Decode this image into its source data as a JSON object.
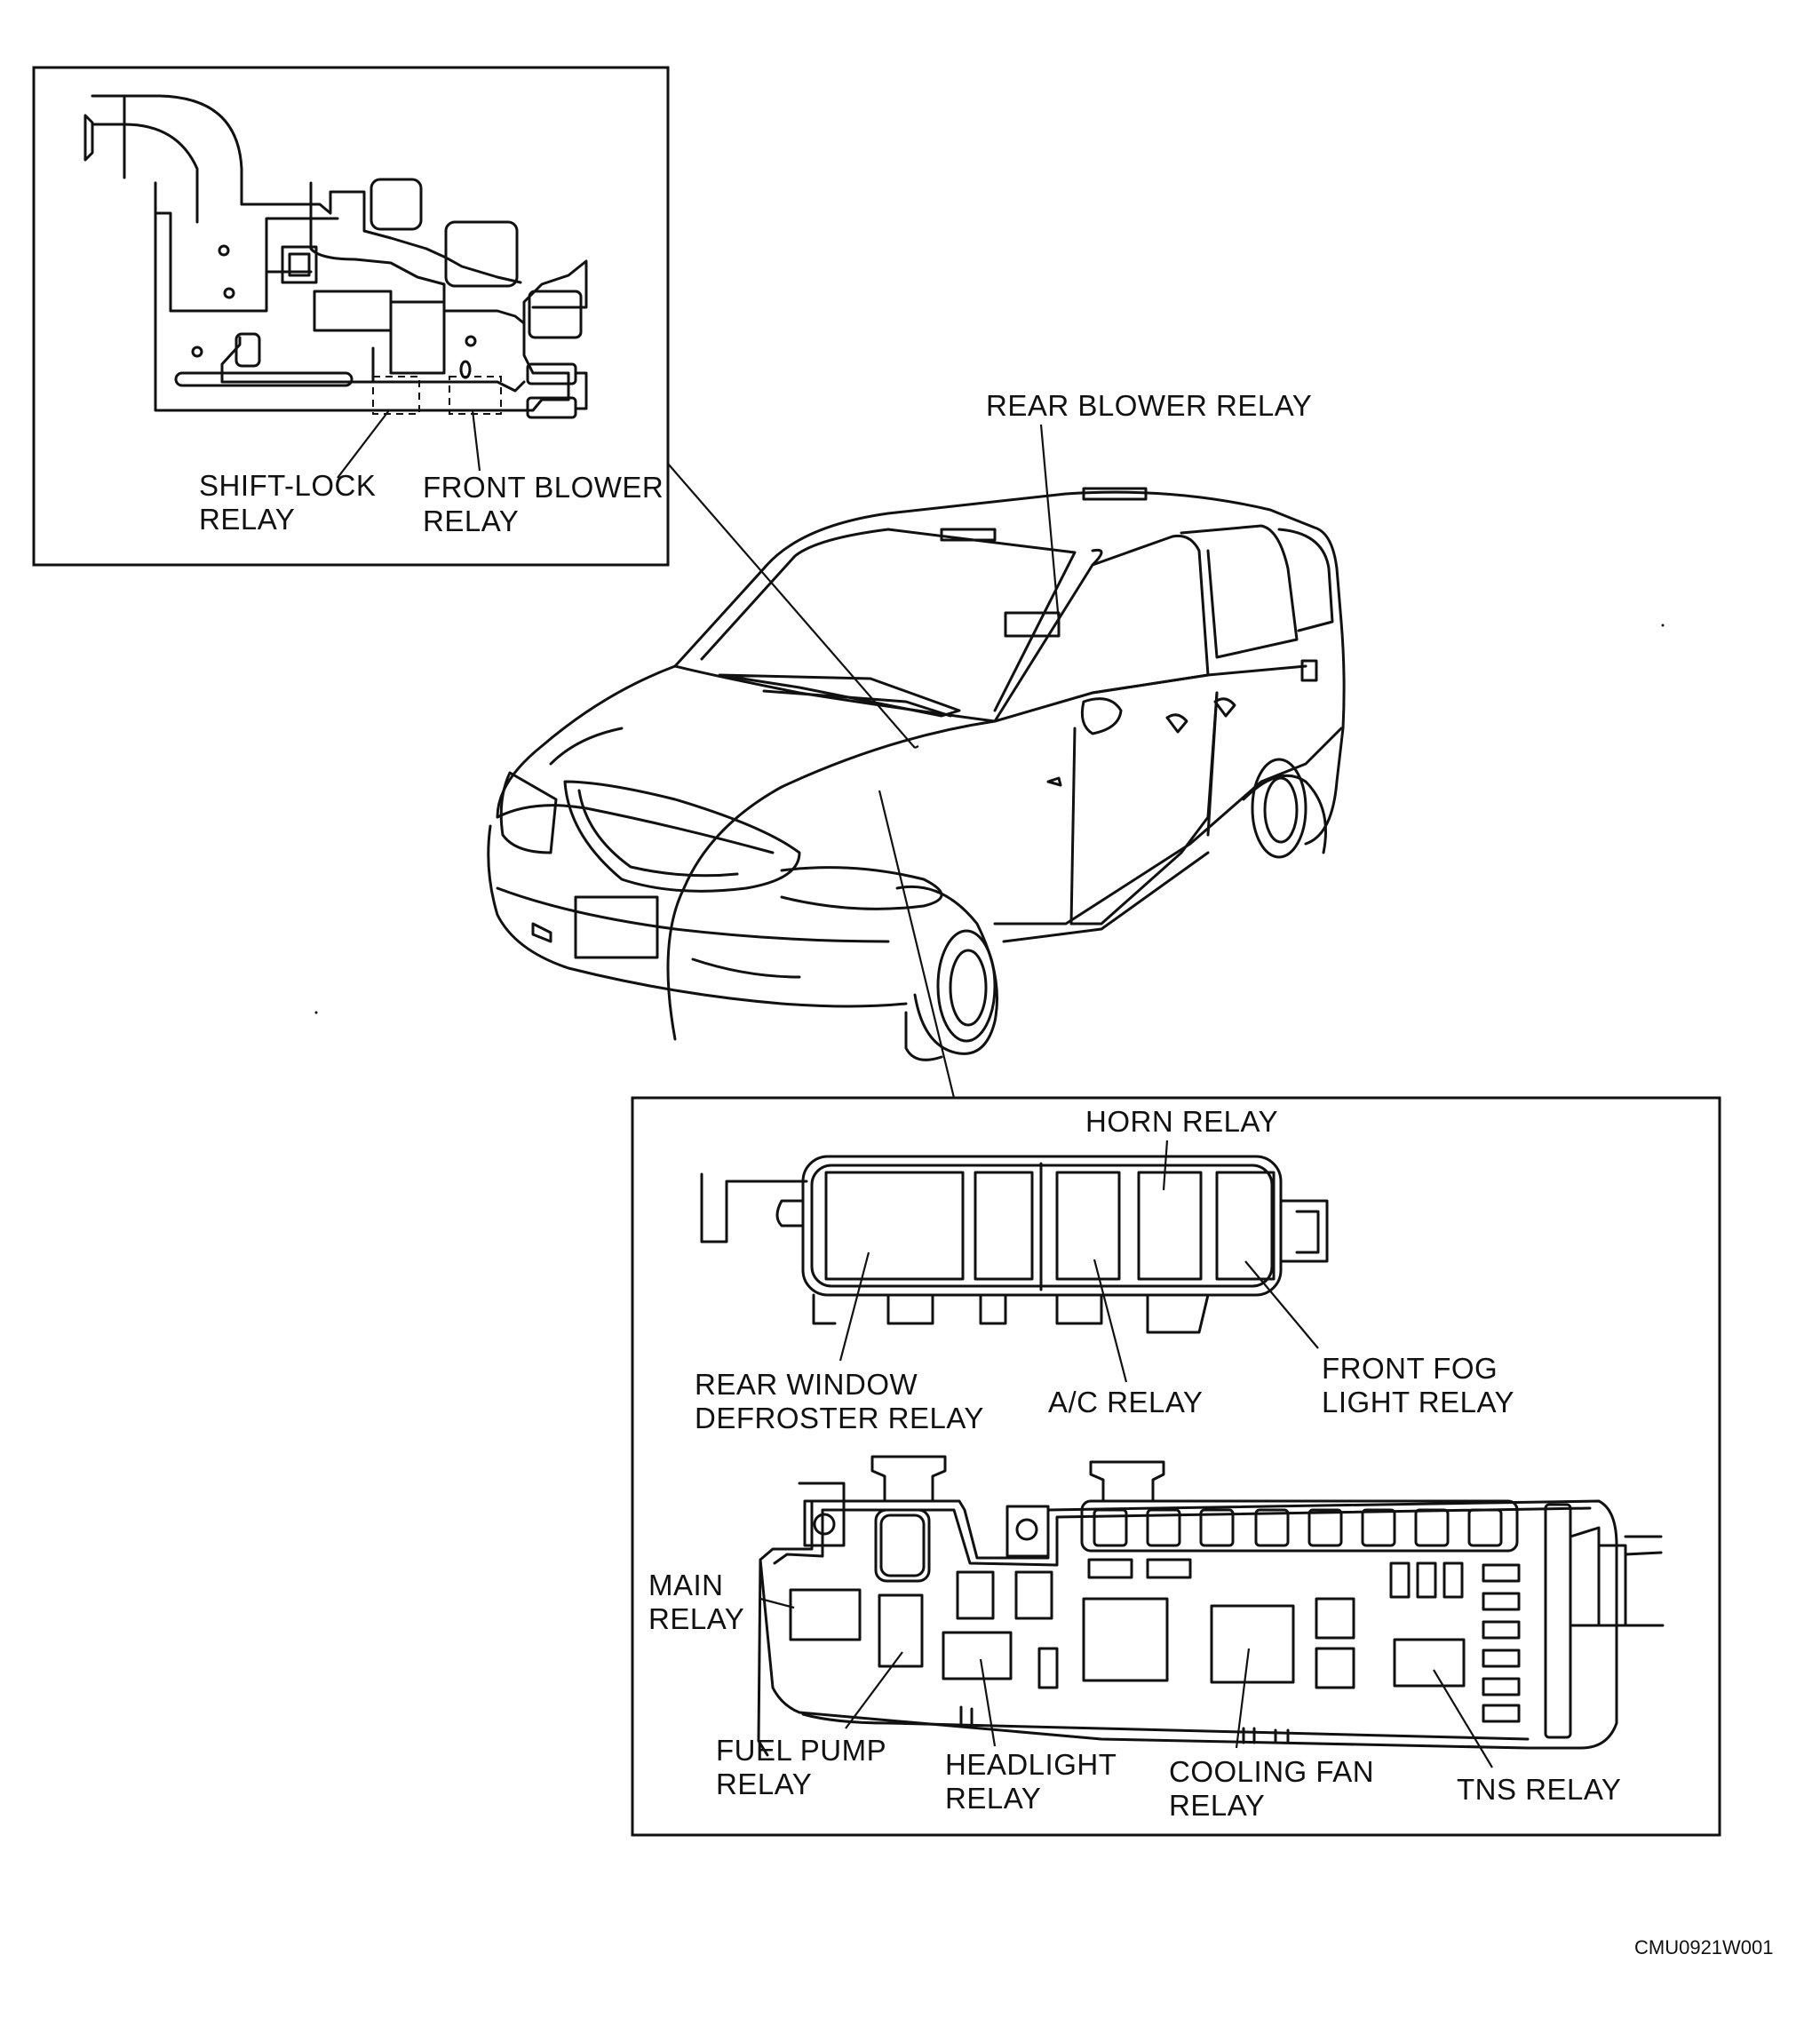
{
  "labels": {
    "shift_lock_relay": [
      "SHIFT-LOCK",
      "RELAY"
    ],
    "front_blower_relay": [
      "FRONT BLOWER",
      "RELAY"
    ],
    "rear_blower_relay": "REAR BLOWER RELAY",
    "horn_relay": "HORN RELAY",
    "rear_window_defroster_relay": [
      "REAR WINDOW",
      "DEFROSTER RELAY"
    ],
    "ac_relay": "A/C RELAY",
    "front_fog_light_relay": [
      "FRONT FOG",
      "LIGHT RELAY"
    ],
    "main_relay": [
      "MAIN",
      "RELAY"
    ],
    "fuel_pump_relay": [
      "FUEL PUMP",
      "RELAY"
    ],
    "headlight_relay": [
      "HEADLIGHT",
      "RELAY"
    ],
    "cooling_fan_relay": [
      "COOLING FAN",
      "RELAY"
    ],
    "tns_relay": "TNS RELAY"
  },
  "figure_code": "CMU0921W001"
}
